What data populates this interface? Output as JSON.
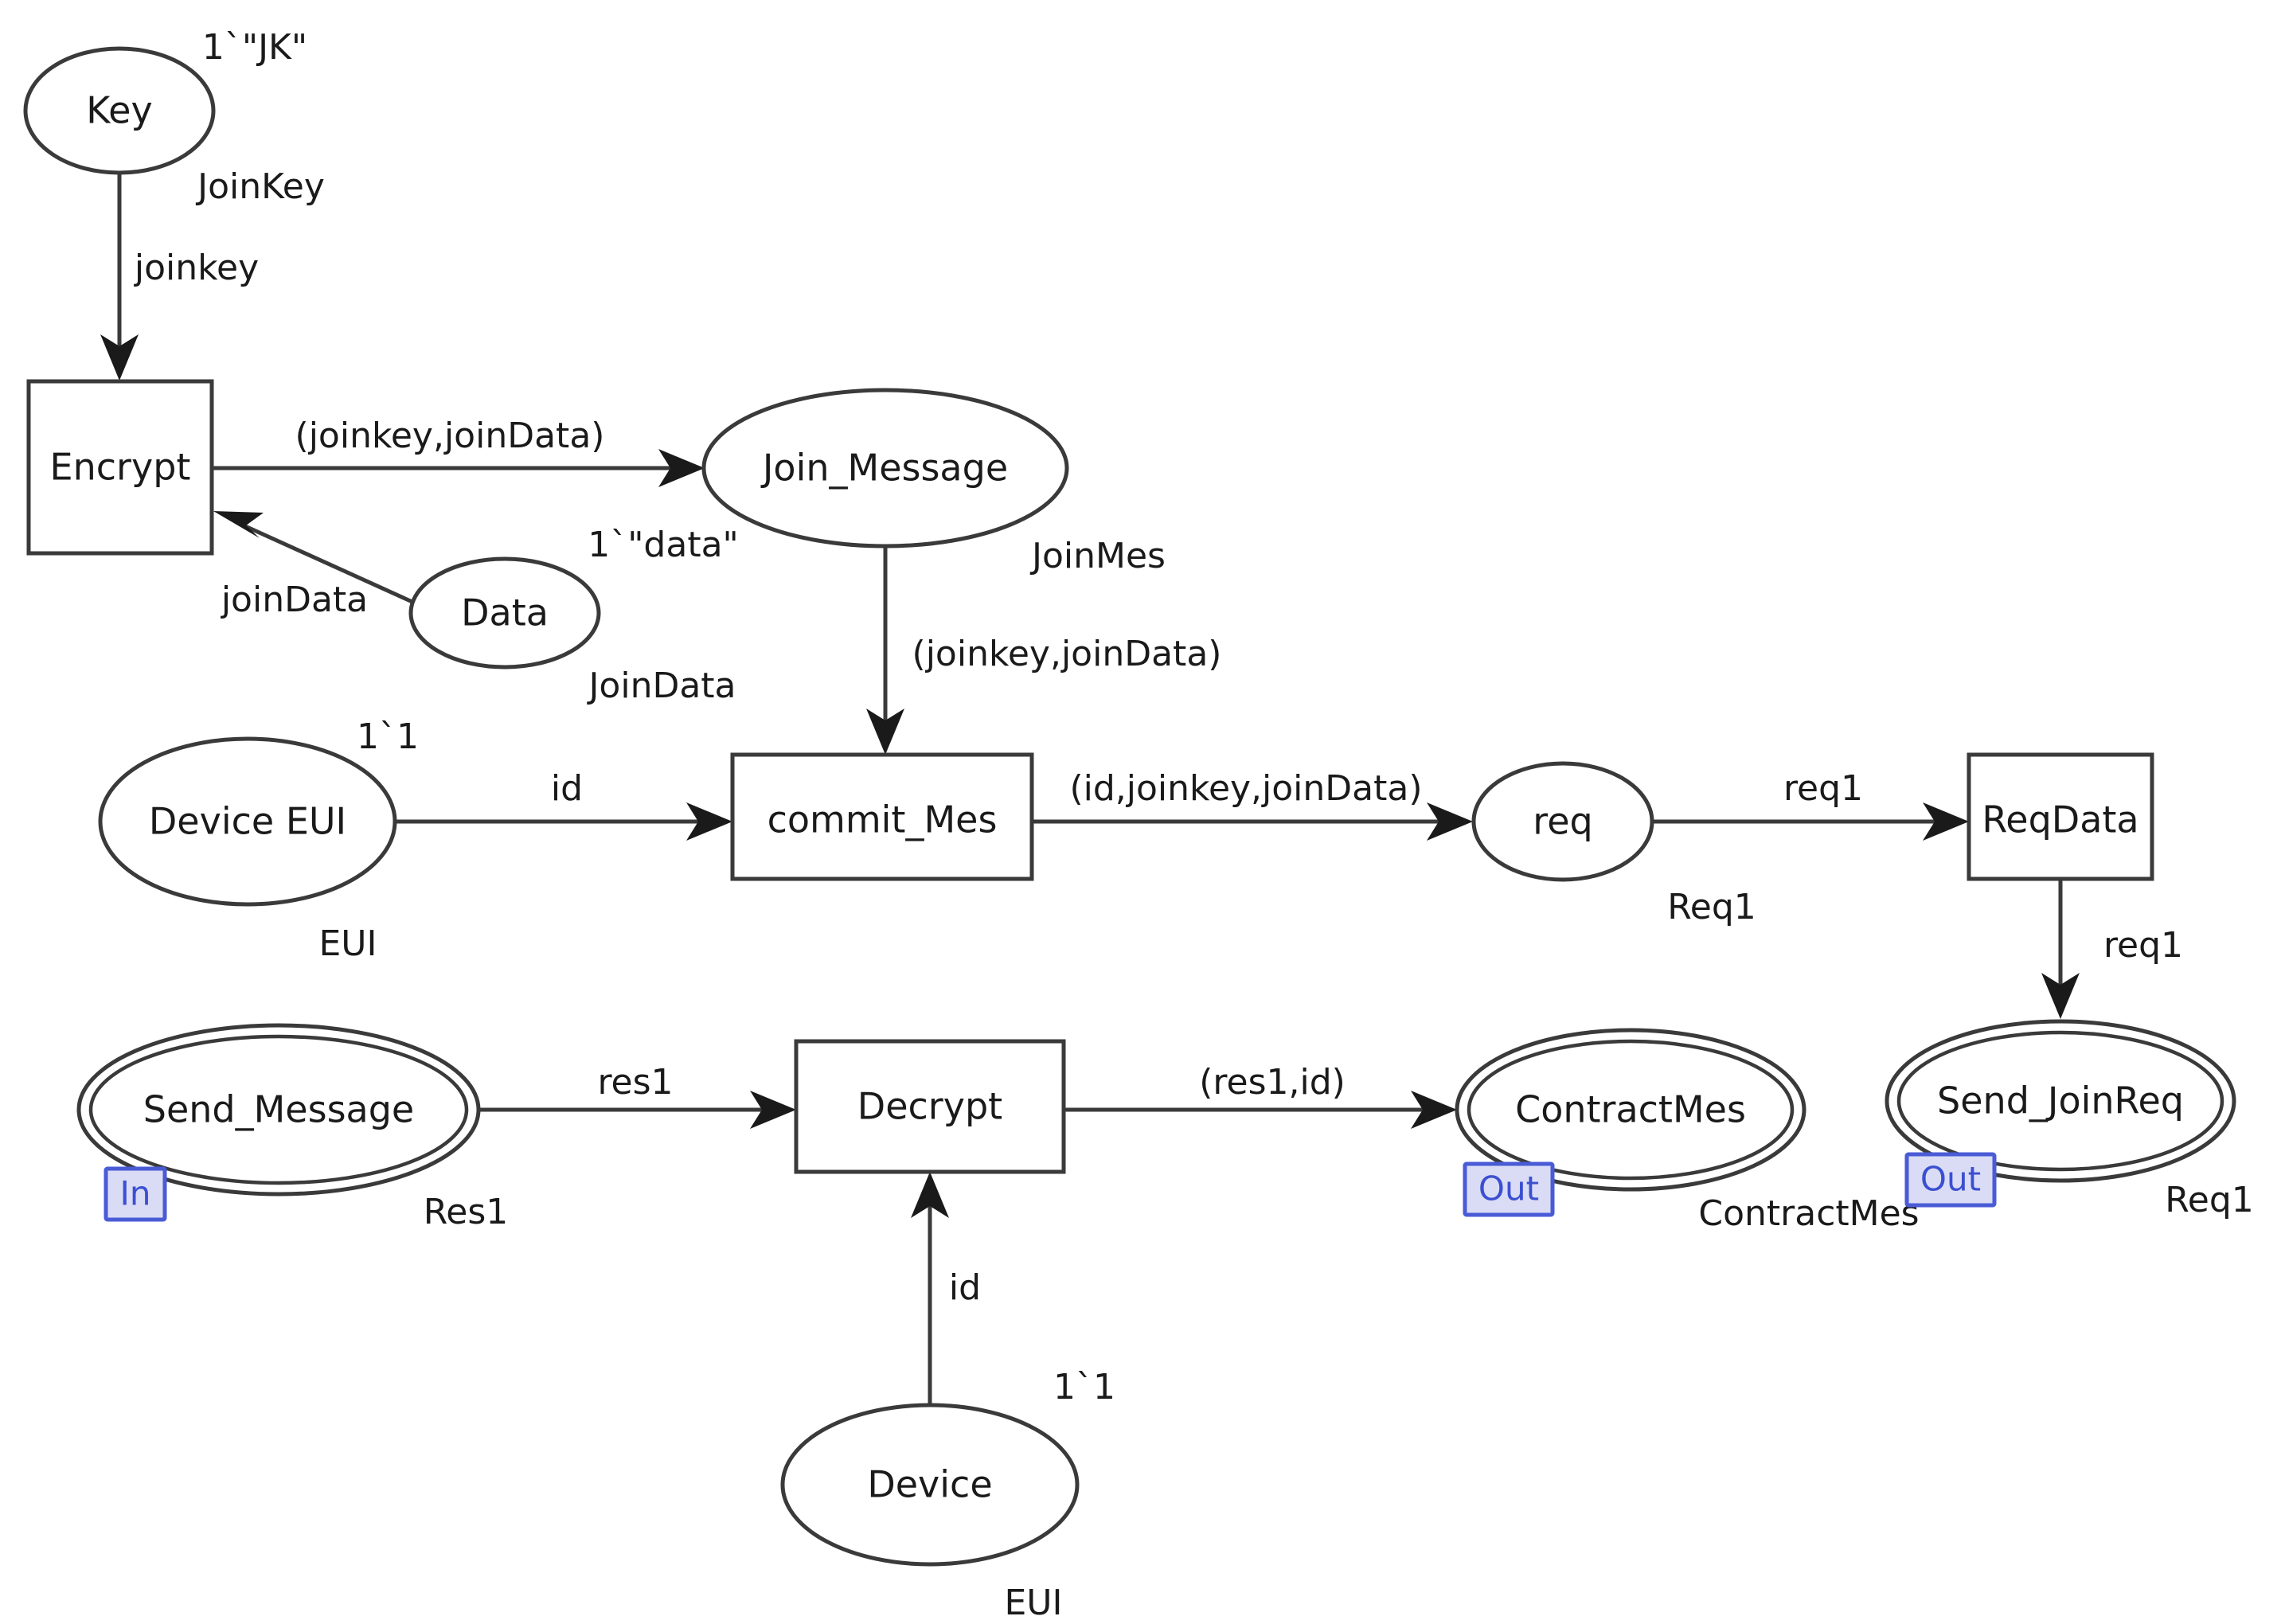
{
  "diagram": {
    "title": "CPN LoRaWAN Join Procedure Net",
    "colors": {
      "stroke": "#3a3a3a",
      "text": "#1a1a1a",
      "port_border": "#4a5bd6",
      "port_fill": "#dadcf5",
      "port_text": "#3b4fd1",
      "background": "#ffffff"
    }
  },
  "places": [
    {
      "id": "key",
      "name": "Key",
      "type": "JoinKey",
      "initial": "1`\"JK\"",
      "shape": "ellipse"
    },
    {
      "id": "join_message",
      "name": "Join_Message",
      "type": "JoinMes",
      "initial": "",
      "shape": "ellipse"
    },
    {
      "id": "data",
      "name": "Data",
      "type": "JoinData",
      "initial": "1`\"data\"",
      "shape": "ellipse"
    },
    {
      "id": "device_eui",
      "name": "Device EUI",
      "type": "EUI",
      "initial": "1`1",
      "shape": "ellipse"
    },
    {
      "id": "req",
      "name": "req",
      "type": "Req1",
      "initial": "",
      "shape": "ellipse"
    },
    {
      "id": "send_message",
      "name": "Send_Message",
      "type": "Res1",
      "initial": "",
      "shape": "double-ellipse",
      "port": "In"
    },
    {
      "id": "contract_mes",
      "name": "ContractMes",
      "type": "ContractMes",
      "initial": "",
      "shape": "double-ellipse",
      "port": "Out"
    },
    {
      "id": "send_joinreq",
      "name": "Send_JoinReq",
      "type": "Req1",
      "initial": "",
      "shape": "double-ellipse",
      "port": "Out"
    },
    {
      "id": "device",
      "name": "Device",
      "type": "EUI",
      "initial": "1`1",
      "shape": "ellipse"
    }
  ],
  "transitions": [
    {
      "id": "encrypt",
      "name": "Encrypt"
    },
    {
      "id": "commit_mes",
      "name": "commit_Mes"
    },
    {
      "id": "reqdata",
      "name": "ReqData"
    },
    {
      "id": "decrypt",
      "name": "Decrypt"
    }
  ],
  "arcs": [
    {
      "id": "a1",
      "from": "key",
      "to": "encrypt",
      "label": "joinkey"
    },
    {
      "id": "a2",
      "from": "encrypt",
      "to": "join_message",
      "label": "(joinkey,joinData)"
    },
    {
      "id": "a3",
      "from": "data",
      "to": "encrypt",
      "label": "joinData"
    },
    {
      "id": "a4",
      "from": "join_message",
      "to": "commit_mes",
      "label": "(joinkey,joinData)"
    },
    {
      "id": "a5",
      "from": "device_eui",
      "to": "commit_mes",
      "label": "id"
    },
    {
      "id": "a6",
      "from": "commit_mes",
      "to": "req",
      "label": "(id,joinkey,joinData)"
    },
    {
      "id": "a7",
      "from": "req",
      "to": "reqdata",
      "label": "req1"
    },
    {
      "id": "a8",
      "from": "reqdata",
      "to": "send_joinreq",
      "label": "req1"
    },
    {
      "id": "a9",
      "from": "send_message",
      "to": "decrypt",
      "label": "res1"
    },
    {
      "id": "a10",
      "from": "decrypt",
      "to": "contract_mes",
      "label": "(res1,id)"
    },
    {
      "id": "a11",
      "from": "device",
      "to": "decrypt",
      "label": "id"
    }
  ],
  "labels": {
    "key_name": "Key",
    "key_type": "JoinKey",
    "key_init": "1`\"JK\"",
    "encrypt_name": "Encrypt",
    "join_message_name": "Join_Message",
    "join_message_type": "JoinMes",
    "data_name": "Data",
    "data_type": "JoinData",
    "data_init": "1`\"data\"",
    "device_eui_name": "Device EUI",
    "device_eui_type": "EUI",
    "device_eui_init": "1`1",
    "commit_mes_name": "commit_Mes",
    "req_name": "req",
    "req_type": "Req1",
    "reqdata_name": "ReqData",
    "send_message_name": "Send_Message",
    "send_message_type": "Res1",
    "send_message_port": "In",
    "decrypt_name": "Decrypt",
    "contract_mes_name": "ContractMes",
    "contract_mes_type": "ContractMes",
    "contract_mes_port": "Out",
    "send_joinreq_name": "Send_JoinReq",
    "send_joinreq_type": "Req1",
    "send_joinreq_port": "Out",
    "device_name": "Device",
    "device_type": "EUI",
    "device_init": "1`1",
    "arc_joinkey": "joinkey",
    "arc_joinkey_joindata_1": "(joinkey,joinData)",
    "arc_joindata": "joinData",
    "arc_joinkey_joindata_2": "(joinkey,joinData)",
    "arc_id_1": "id",
    "arc_id_joinkey_joindata": "(id,joinkey,joinData)",
    "arc_req1_1": "req1",
    "arc_req1_2": "req1",
    "arc_res1": "res1",
    "arc_res1_id": "(res1,id)",
    "arc_id_2": "id"
  }
}
